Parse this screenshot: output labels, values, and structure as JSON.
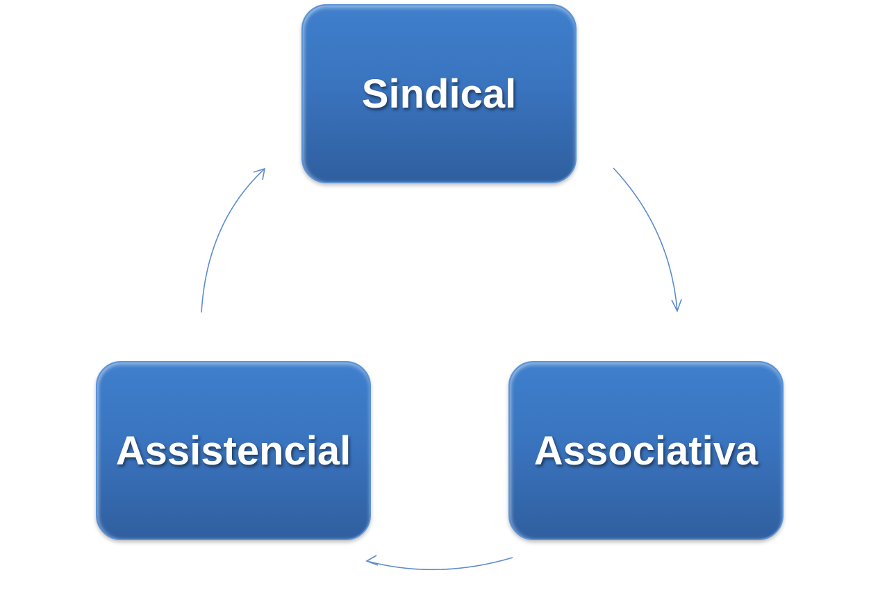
{
  "nodes": [
    {
      "label": "Sindical"
    },
    {
      "label": "Associativa"
    },
    {
      "label": "Assistencial"
    }
  ],
  "colors": {
    "box": "#3a74bf",
    "arrow": "#5b8bd0",
    "text": "#ffffff"
  }
}
